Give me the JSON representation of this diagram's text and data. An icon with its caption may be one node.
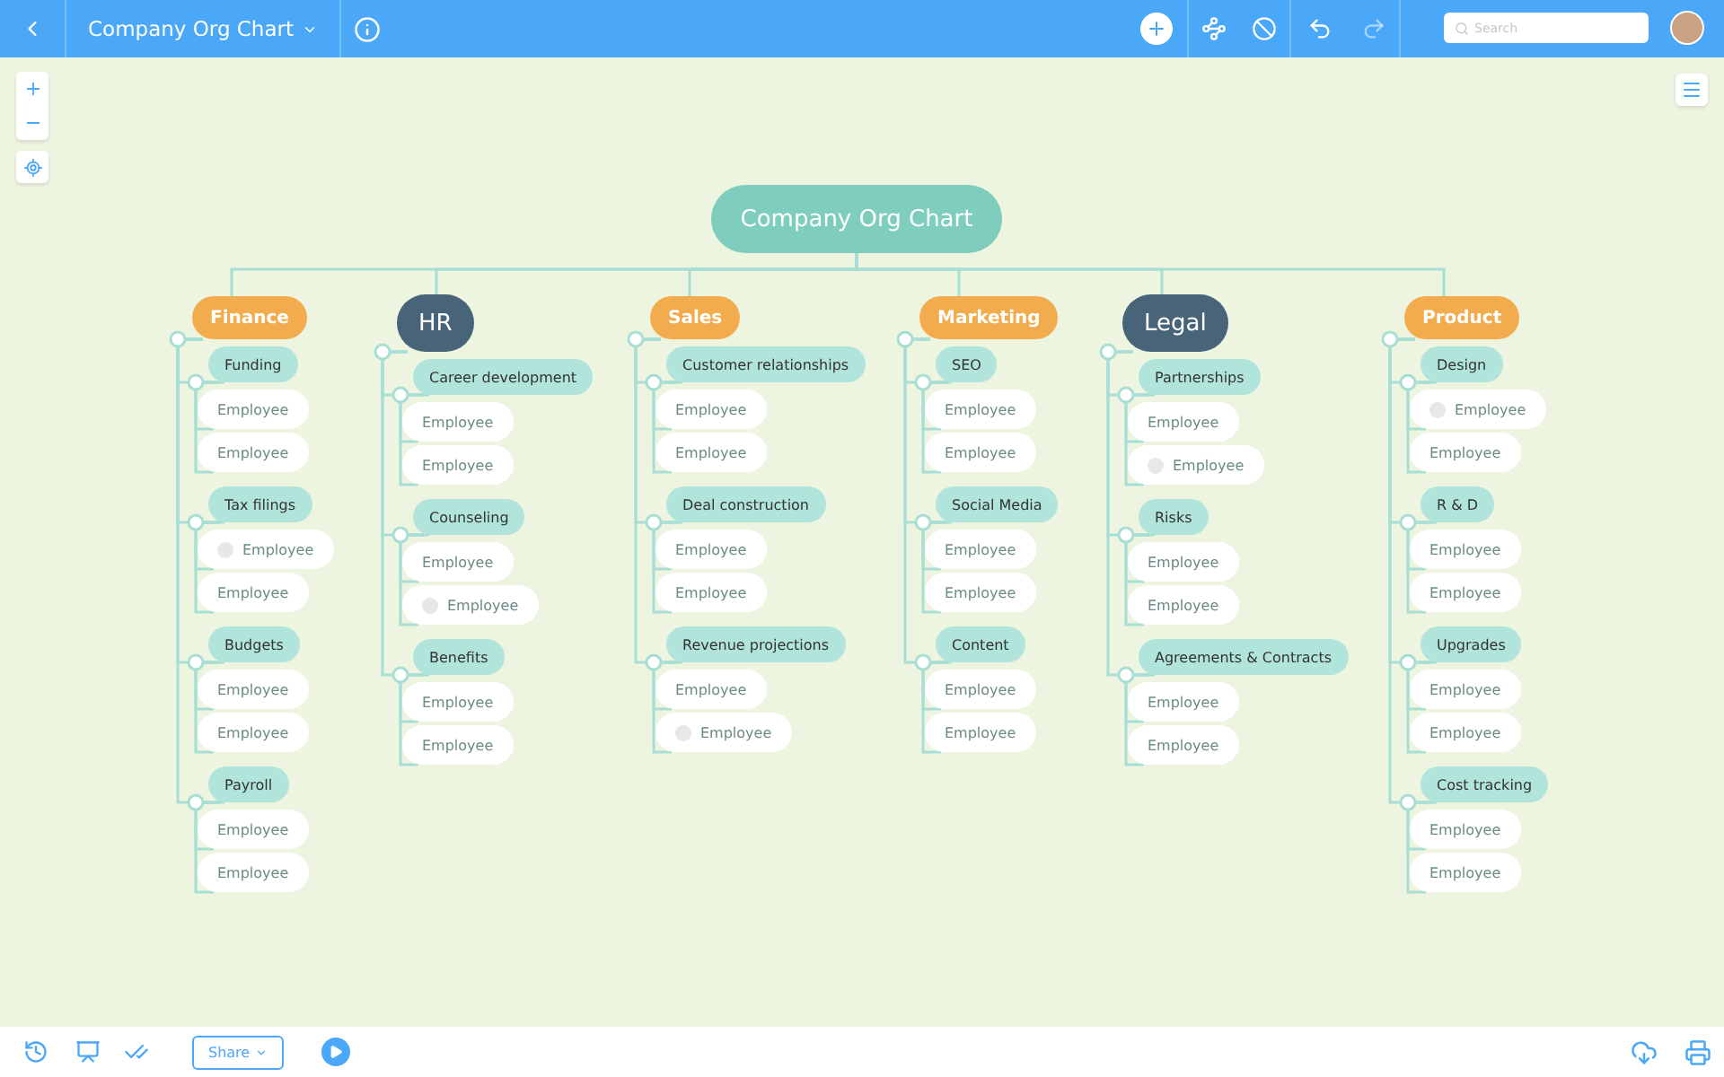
{
  "diagram": {
    "nodes": [
      {
        "text": [
          "Company Org Chart"
        ]
      },
      {
        "text": [
          "Finance"
        ]
      },
      {
        "text": [
          "Funding"
        ]
      },
      {
        "text": [
          "Employee"
        ]
      },
      {
        "text": [
          "Employee"
        ]
      },
      {
        "text": [
          "Tax filings"
        ]
      },
      {
        "text": [
          "Employee"
        ]
      },
      {
        "text": [
          "Employee"
        ]
      },
      {
        "text": [
          "Budgets"
        ]
      },
      {
        "text": [
          "Employee"
        ]
      },
      {
        "text": [
          "Employee"
        ]
      },
      {
        "text": [
          "Payroll"
        ]
      },
      {
        "text": [
          "Employee"
        ]
      },
      {
        "text": [
          "Employee"
        ]
      },
      {
        "text": [
          "HR"
        ]
      },
      {
        "text": [
          "Career development"
        ]
      },
      {
        "text": [
          "Employee"
        ]
      },
      {
        "text": [
          "Employee"
        ]
      },
      {
        "text": [
          "Counseling"
        ]
      },
      {
        "text": [
          "Employee"
        ]
      },
      {
        "text": [
          "Employee"
        ]
      },
      {
        "text": [
          "Benefits"
        ]
      },
      {
        "text": [
          "Employee"
        ]
      },
      {
        "text": [
          "Employee"
        ]
      },
      {
        "text": [
          "Sales"
        ]
      },
      {
        "text": [
          "Customer relationships"
        ]
      },
      {
        "text": [
          "Employee"
        ]
      },
      {
        "text": [
          "Employee"
        ]
      },
      {
        "text": [
          "Deal construction"
        ]
      },
      {
        "text": [
          "Employee"
        ]
      },
      {
        "text": [
          "Employee"
        ]
      },
      {
        "text": [
          "Revenue projections"
        ]
      },
      {
        "text": [
          "Employee"
        ]
      },
      {
        "text": [
          "Employee"
        ]
      },
      {
        "text": [
          "Marketing"
        ]
      },
      {
        "text": [
          "SEO"
        ]
      },
      {
        "text": [
          "Employee"
        ]
      },
      {
        "text": [
          "Employee"
        ]
      },
      {
        "text": [
          "Social Media"
        ]
      },
      {
        "text": [
          "Employee"
        ]
      },
      {
        "text": [
          "Employee"
        ]
      },
      {
        "text": [
          "Content"
        ]
      },
      {
        "text": [
          "Employee"
        ]
      },
      {
        "text": [
          "Employee"
        ]
      },
      {
        "text": [
          "Legal"
        ]
      },
      {
        "text": [
          "Partnerships"
        ]
      },
      {
        "text": [
          "Employee"
        ]
      },
      {
        "text": [
          "Employee"
        ]
      },
      {
        "text": [
          "Risks"
        ]
      },
      {
        "text": [
          "Employee"
        ]
      },
      {
        "text": [
          "Employee"
        ]
      },
      {
        "text": [
          "Agreements & Contracts"
        ]
      },
      {
        "text": [
          "Employee"
        ]
      },
      {
        "text": [
          "Employee"
        ]
      },
      {
        "text": [
          "Product"
        ]
      },
      {
        "text": [
          "Design"
        ]
      },
      {
        "text": [
          "Employee"
        ]
      },
      {
        "text": [
          "Employee"
        ]
      },
      {
        "text": [
          "R & D"
        ]
      },
      {
        "text": [
          "Employee"
        ]
      },
      {
        "text": [
          "Employee"
        ]
      },
      {
        "text": [
          "Upgrades"
        ]
      },
      {
        "text": [
          "Employee"
        ]
      },
      {
        "text": [
          "Employee"
        ]
      },
      {
        "text": [
          "Cost tracking"
        ]
      },
      {
        "text": [
          "Employee"
        ]
      },
      {
        "text": [
          "Employee"
        ]
      }
    ],
    "edges": [
      {
        "from": 0,
        "to": 1,
        "arrow": "none"
      },
      {
        "from": 0,
        "to": 14,
        "arrow": "none"
      },
      {
        "from": 0,
        "to": 24,
        "arrow": "none"
      },
      {
        "from": 0,
        "to": 34,
        "arrow": "none"
      },
      {
        "from": 0,
        "to": 44,
        "arrow": "none"
      },
      {
        "from": 0,
        "to": 54,
        "arrow": "none"
      },
      {
        "from": 1,
        "to": 2,
        "arrow": "none"
      },
      {
        "from": 2,
        "to": 3,
        "arrow": "none"
      },
      {
        "from": 2,
        "to": 4,
        "arrow": "none"
      },
      {
        "from": 1,
        "to": 5,
        "arrow": "none"
      },
      {
        "from": 5,
        "to": 6,
        "arrow": "none"
      },
      {
        "from": 5,
        "to": 7,
        "arrow": "none"
      },
      {
        "from": 1,
        "to": 8,
        "arrow": "none"
      },
      {
        "from": 8,
        "to": 9,
        "arrow": "none"
      },
      {
        "from": 8,
        "to": 10,
        "arrow": "none"
      },
      {
        "from": 1,
        "to": 11,
        "arrow": "none"
      },
      {
        "from": 11,
        "to": 12,
        "arrow": "none"
      },
      {
        "from": 11,
        "to": 13,
        "arrow": "none"
      },
      {
        "from": 14,
        "to": 15,
        "arrow": "none"
      },
      {
        "from": 15,
        "to": 16,
        "arrow": "none"
      },
      {
        "from": 15,
        "to": 17,
        "arrow": "none"
      },
      {
        "from": 14,
        "to": 18,
        "arrow": "none"
      },
      {
        "from": 18,
        "to": 19,
        "arrow": "none"
      },
      {
        "from": 18,
        "to": 20,
        "arrow": "none"
      },
      {
        "from": 14,
        "to": 21,
        "arrow": "none"
      },
      {
        "from": 21,
        "to": 22,
        "arrow": "none"
      },
      {
        "from": 21,
        "to": 23,
        "arrow": "none"
      },
      {
        "from": 24,
        "to": 25,
        "arrow": "none"
      },
      {
        "from": 25,
        "to": 26,
        "arrow": "none"
      },
      {
        "from": 25,
        "to": 27,
        "arrow": "none"
      },
      {
        "from": 24,
        "to": 28,
        "arrow": "none"
      },
      {
        "from": 28,
        "to": 29,
        "arrow": "none"
      },
      {
        "from": 28,
        "to": 30,
        "arrow": "none"
      },
      {
        "from": 24,
        "to": 31,
        "arrow": "none"
      },
      {
        "from": 31,
        "to": 32,
        "arrow": "none"
      },
      {
        "from": 31,
        "to": 33,
        "arrow": "none"
      },
      {
        "from": 34,
        "to": 35,
        "arrow": "none"
      },
      {
        "from": 35,
        "to": 36,
        "arrow": "none"
      },
      {
        "from": 35,
        "to": 37,
        "arrow": "none"
      },
      {
        "from": 34,
        "to": 38,
        "arrow": "none"
      },
      {
        "from": 38,
        "to": 39,
        "arrow": "none"
      },
      {
        "from": 38,
        "to": 40,
        "arrow": "none"
      },
      {
        "from": 34,
        "to": 41,
        "arrow": "none"
      },
      {
        "from": 41,
        "to": 42,
        "arrow": "none"
      },
      {
        "from": 41,
        "to": 43,
        "arrow": "none"
      },
      {
        "from": 44,
        "to": 45,
        "arrow": "none"
      },
      {
        "from": 45,
        "to": 46,
        "arrow": "none"
      },
      {
        "from": 45,
        "to": 47,
        "arrow": "none"
      },
      {
        "from": 44,
        "to": 48,
        "arrow": "none"
      },
      {
        "from": 48,
        "to": 49,
        "arrow": "none"
      },
      {
        "from": 48,
        "to": 50,
        "arrow": "none"
      },
      {
        "from": 44,
        "to": 51,
        "arrow": "none"
      },
      {
        "from": 51,
        "to": 52,
        "arrow": "none"
      },
      {
        "from": 51,
        "to": 53,
        "arrow": "none"
      },
      {
        "from": 54,
        "to": 55,
        "arrow": "none"
      },
      {
        "from": 55,
        "to": 56,
        "arrow": "none"
      },
      {
        "from": 55,
        "to": 57,
        "arrow": "none"
      },
      {
        "from": 54,
        "to": 58,
        "arrow": "none"
      },
      {
        "from": 58,
        "to": 59,
        "arrow": "none"
      },
      {
        "from": 58,
        "to": 60,
        "arrow": "none"
      },
      {
        "from": 54,
        "to": 61,
        "arrow": "none"
      },
      {
        "from": 61,
        "to": 62,
        "arrow": "none"
      },
      {
        "from": 61,
        "to": 63,
        "arrow": "none"
      },
      {
        "from": 54,
        "to": 64,
        "arrow": "none"
      },
      {
        "from": 64,
        "to": 65,
        "arrow": "none"
      },
      {
        "from": 64,
        "to": 66,
        "arrow": "none"
      }
    ],
    "labels": [
      "Company Org Chart",
      "Search",
      "Share"
    ]
  }
}
